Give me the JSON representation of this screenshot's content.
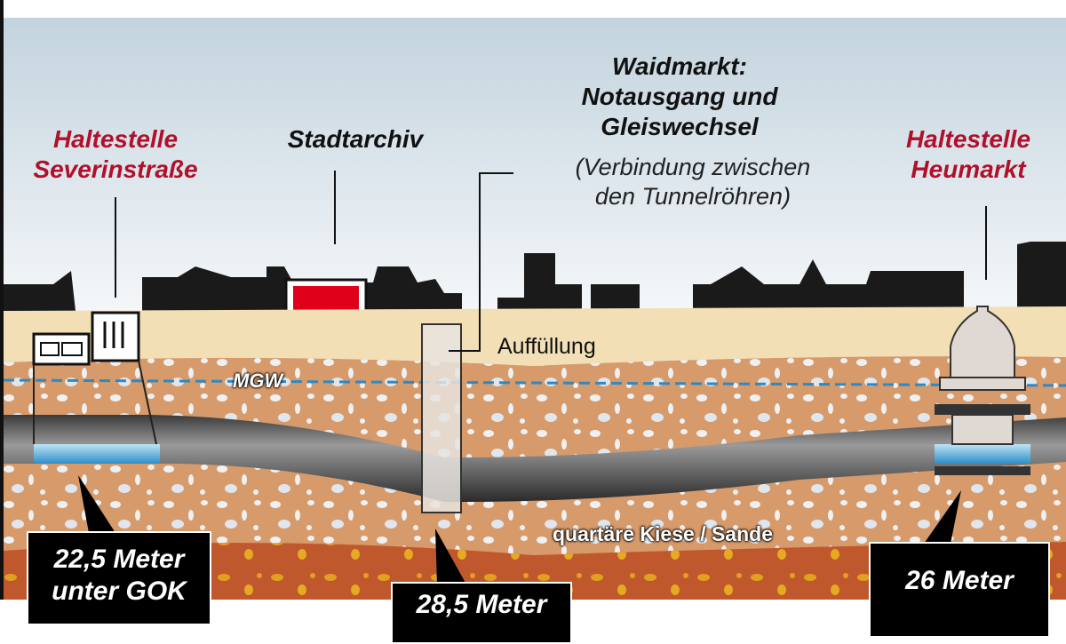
{
  "labels": {
    "severin": [
      "Haltestelle",
      "Severinstraße"
    ],
    "stadtarchiv": "Stadtarchiv",
    "waidmarkt": [
      "Waidmarkt:",
      "Notausgang und",
      "Gleiswechsel"
    ],
    "waidmarkt_note": [
      "(Verbindung zwischen",
      "den Tunnelröhren)"
    ],
    "heumarkt": [
      "Haltestelle",
      "Heumarkt"
    ],
    "auffuellung": "Auffüllung",
    "mgw": "MGW",
    "kiese": "quartäre Kiese / Sande"
  },
  "depths": {
    "severin": [
      "22,5 Meter",
      "unter GOK"
    ],
    "waidmarkt": "28,5 Meter",
    "heumarkt": "26 Meter"
  },
  "colors": {
    "station_red": "#b0102a",
    "archive_red": "#e0001a",
    "sky": "#c4d4de",
    "fill_sand": "#f3dfb6",
    "gravel": "#d79a6a",
    "deep_layer": "#c0582e",
    "groundwater": "#2a8ac8"
  }
}
